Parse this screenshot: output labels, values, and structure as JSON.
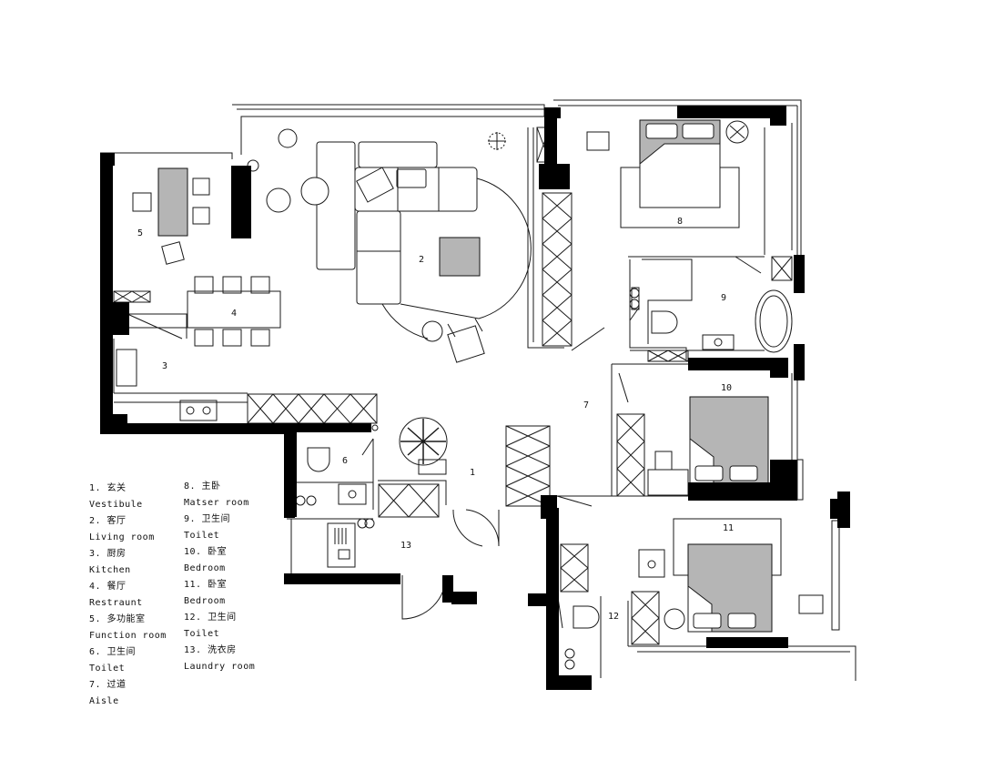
{
  "room_numbers": [
    "1",
    "2",
    "3",
    "4",
    "5",
    "6",
    "7",
    "8",
    "9",
    "10",
    "11",
    "12",
    "13"
  ],
  "legend": {
    "left": [
      {
        "zh": "1. 玄关",
        "en": "Vestibule"
      },
      {
        "zh": "2. 客厅",
        "en": "Living room"
      },
      {
        "zh": "3. 厨房",
        "en": "Kitchen"
      },
      {
        "zh": "4. 餐厅",
        "en": "Restraunt"
      },
      {
        "zh": "5. 多功能室",
        "en": "Function room"
      },
      {
        "zh": "6. 卫生间",
        "en": "Toilet"
      },
      {
        "zh": "7. 过道",
        "en": "Aisle"
      }
    ],
    "right": [
      {
        "zh": "8. 主卧",
        "en": "Matser room"
      },
      {
        "zh": "9. 卫生间",
        "en": "Toilet"
      },
      {
        "zh": "10. 卧室",
        "en": "Bedroom"
      },
      {
        "zh": "11. 卧室",
        "en": "Bedroom"
      },
      {
        "zh": "12. 卫生间",
        "en": "Toilet"
      },
      {
        "zh": "13. 洗衣房",
        "en": "Laundry room"
      }
    ]
  },
  "colors": {
    "wall": "#000000",
    "fill_gray": "#b5b5b5",
    "line": "#1a1a1a"
  }
}
